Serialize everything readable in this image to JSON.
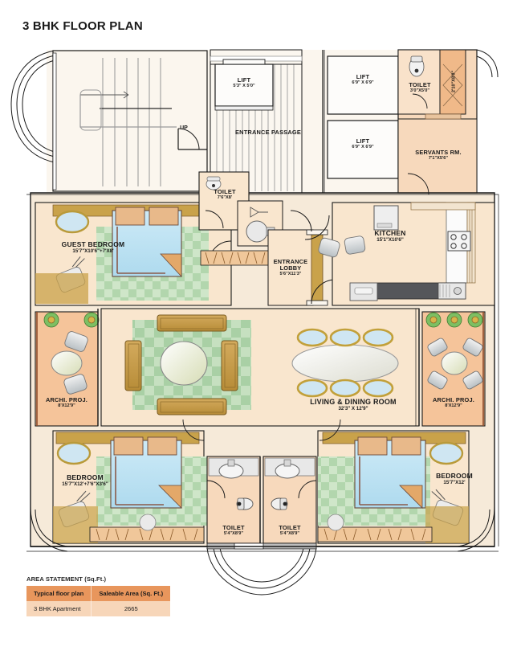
{
  "title": "3 BHK FLOOR PLAN",
  "colors": {
    "wall": "#1a1a1a",
    "floor_cream": "#f6ead9",
    "floor_peach": "#f7d9bc",
    "archi_orange": "#f5c49a",
    "carpet_green": "#bcdcb9",
    "carpet_green_dark": "#9ecb9c",
    "bed_blue": "#bfe2f2",
    "wood_tan": "#c9a24a",
    "table_gold": "#cfa33f",
    "counter_dark": "#55565a",
    "table_header": "#e8965c",
    "table_row": "#f7d6b9",
    "background": "#ffffff"
  },
  "rooms": [
    {
      "id": "lift-1",
      "name": "LIFT",
      "dim": "5'3\" X 5'0\""
    },
    {
      "id": "lift-2",
      "name": "LIFT",
      "dim": "6'9\" X 6'9\""
    },
    {
      "id": "lift-3",
      "name": "LIFT",
      "dim": "6'9\" X 6'9\""
    },
    {
      "id": "entrance-passage",
      "name": "ENTRANCE PASSAGE",
      "dim": ""
    },
    {
      "id": "stair-up",
      "name": "UP",
      "dim": ""
    },
    {
      "id": "servant-toilet",
      "name": "TOILET",
      "dim": "3'0\"X5'0\""
    },
    {
      "id": "balcony-small",
      "name": "",
      "dim": "2'10\"X8'0\""
    },
    {
      "id": "servants-room",
      "name": "SERVANTS RM.",
      "dim": "7'1\"X5'6\""
    },
    {
      "id": "guest-bedroom",
      "name": "GUEST BEDROOM",
      "dim": "15'7\"X10'6\"+7'X8'"
    },
    {
      "id": "guest-toilet",
      "name": "TOILET",
      "dim": "7'6\"X8'"
    },
    {
      "id": "entrance-lobby",
      "name": "ENTRANCE LOBBY",
      "dim": "5'6\"X11'3\""
    },
    {
      "id": "kitchen",
      "name": "KITCHEN",
      "dim": "15'1\"X10'6\""
    },
    {
      "id": "archi-proj-left",
      "name": "ARCHI. PROJ.",
      "dim": "8'X12'9\""
    },
    {
      "id": "archi-proj-right",
      "name": "ARCHI. PROJ.",
      "dim": "8'X12'9\""
    },
    {
      "id": "living-dining",
      "name": "LIVING & DINING ROOM",
      "dim": "32'3\" X 12'9\""
    },
    {
      "id": "bedroom-left",
      "name": "BEDROOM",
      "dim": "15'7\"X12'+7'6\"X3'6\""
    },
    {
      "id": "bedroom-right",
      "name": "BEDROOM",
      "dim": "15'7\"X12'"
    },
    {
      "id": "toilet-left",
      "name": "TOILET",
      "dim": "5'4\"X8'9\""
    },
    {
      "id": "toilet-right",
      "name": "TOILET",
      "dim": "5'4\"X8'9\""
    }
  ],
  "area_statement": {
    "caption": "AREA STATEMENT (Sq.Ft.)",
    "headers": [
      "Typical floor plan",
      "Saleable Area (Sq. Ft.)"
    ],
    "rows": [
      [
        "3 BHK Apartment",
        "2665"
      ]
    ]
  }
}
